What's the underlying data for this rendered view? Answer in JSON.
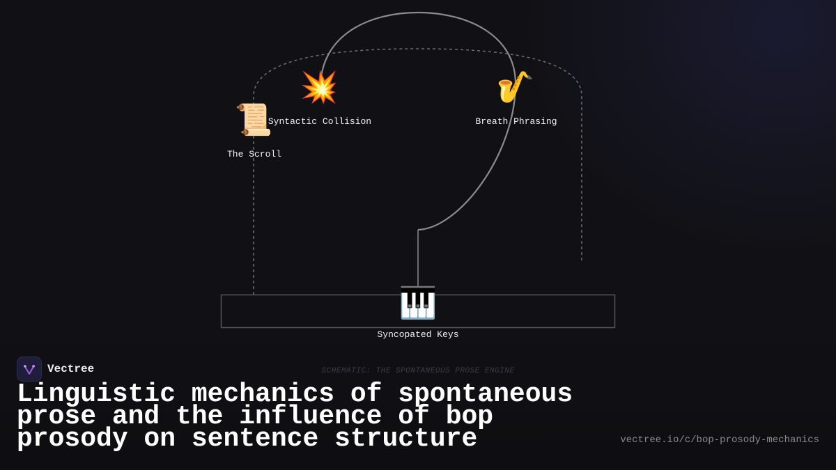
{
  "diagram": {
    "caption": "SCHEMATIC: THE SPONTANEOUS PROSE ENGINE",
    "nodes": [
      {
        "id": "scroll",
        "icon": "scroll-icon",
        "glyph": "📜",
        "label": "The Scroll"
      },
      {
        "id": "collision",
        "icon": "collision-icon",
        "glyph": "💥",
        "label": "Syntactic Collision"
      },
      {
        "id": "breath",
        "icon": "saxophone-icon",
        "glyph": "🎷",
        "label": "Breath Phrasing"
      },
      {
        "id": "keys",
        "icon": "piano-keys-icon",
        "glyph": "🎹",
        "label": "Syncopated Keys"
      }
    ]
  },
  "brand": {
    "name": "Vectree",
    "logo_icon": "vectree-logo-icon",
    "accent": "#9b5de5"
  },
  "title": "Linguistic mechanics of spontaneous prose and the influence of bop prosody on sentence structure",
  "url": "vectree.io/c/bop-prosody-mechanics",
  "colors": {
    "background": "#111115",
    "text": "#ffffff",
    "line": "#8c8c90",
    "dashed_line": "#6e6e74"
  }
}
